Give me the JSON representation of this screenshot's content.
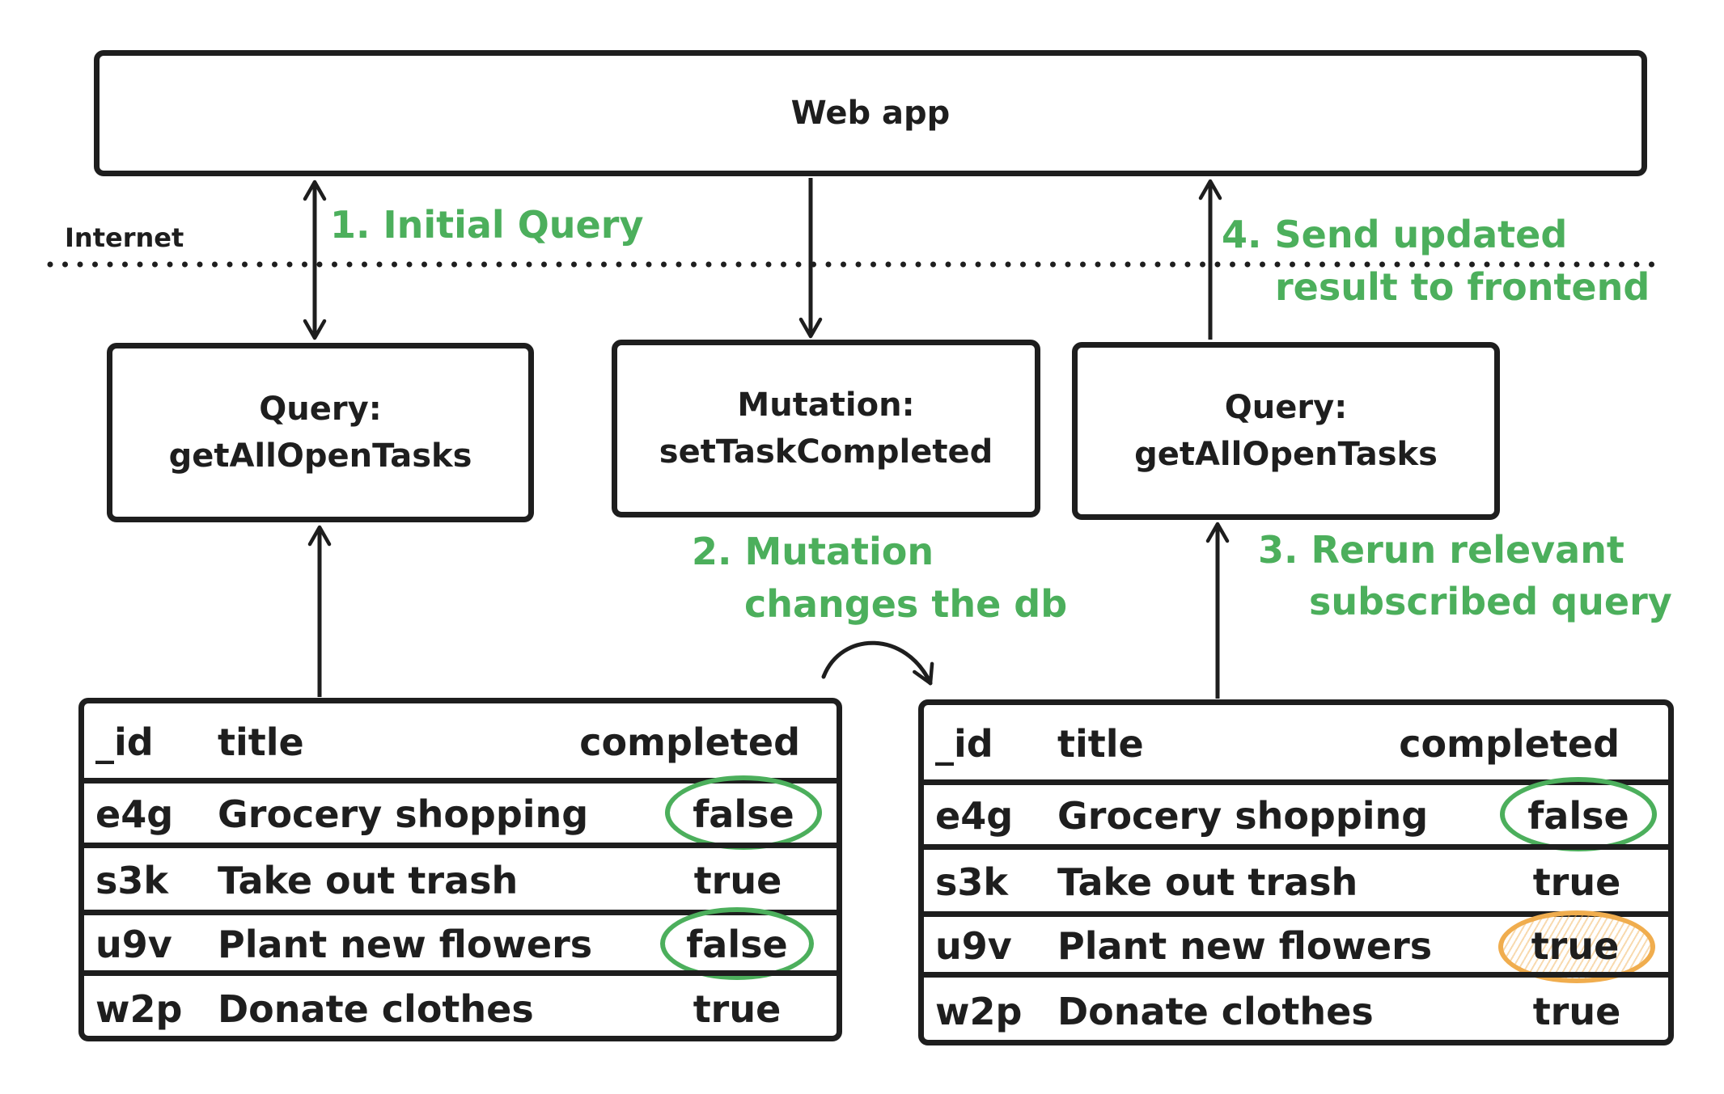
{
  "web_app": {
    "label": "Web app"
  },
  "internet_label": "Internet",
  "boxes": {
    "left_query": {
      "line1": "Query:",
      "line2": "getAllOpenTasks"
    },
    "mutation": {
      "line1": "Mutation:",
      "line2": "setTaskCompleted"
    },
    "right_query": {
      "line1": "Query:",
      "line2": "getAllOpenTasks"
    }
  },
  "steps": {
    "step1": "1. Initial Query",
    "step2_line1": "2. Mutation",
    "step2_line2": "changes the db",
    "step3_line1": "3. Rerun relevant",
    "step3_line2": "subscribed query",
    "step4_line1": "4. Send updated",
    "step4_line2": "result to frontend"
  },
  "colors": {
    "accent_green": "#4caf5c",
    "highlight_orange": "#f0ad4e",
    "ink": "#1e1e1e"
  },
  "tables": {
    "before": {
      "headers": [
        "_id",
        "title",
        "completed"
      ],
      "rows": [
        {
          "id": "e4g",
          "title": "Grocery shopping",
          "completed": "false",
          "highlight": "green"
        },
        {
          "id": "s3k",
          "title": "Take out trash",
          "completed": "true",
          "highlight": ""
        },
        {
          "id": "u9v",
          "title": "Plant new flowers",
          "completed": "false",
          "highlight": "green"
        },
        {
          "id": "w2p",
          "title": "Donate clothes",
          "completed": "true",
          "highlight": ""
        }
      ]
    },
    "after": {
      "headers": [
        "_id",
        "title",
        "completed"
      ],
      "rows": [
        {
          "id": "e4g",
          "title": "Grocery shopping",
          "completed": "false",
          "highlight": "green"
        },
        {
          "id": "s3k",
          "title": "Take out trash",
          "completed": "true",
          "highlight": ""
        },
        {
          "id": "u9v",
          "title": "Plant new flowers",
          "completed": "true",
          "highlight": "orange"
        },
        {
          "id": "w2p",
          "title": "Donate clothes",
          "completed": "true",
          "highlight": ""
        }
      ]
    }
  }
}
